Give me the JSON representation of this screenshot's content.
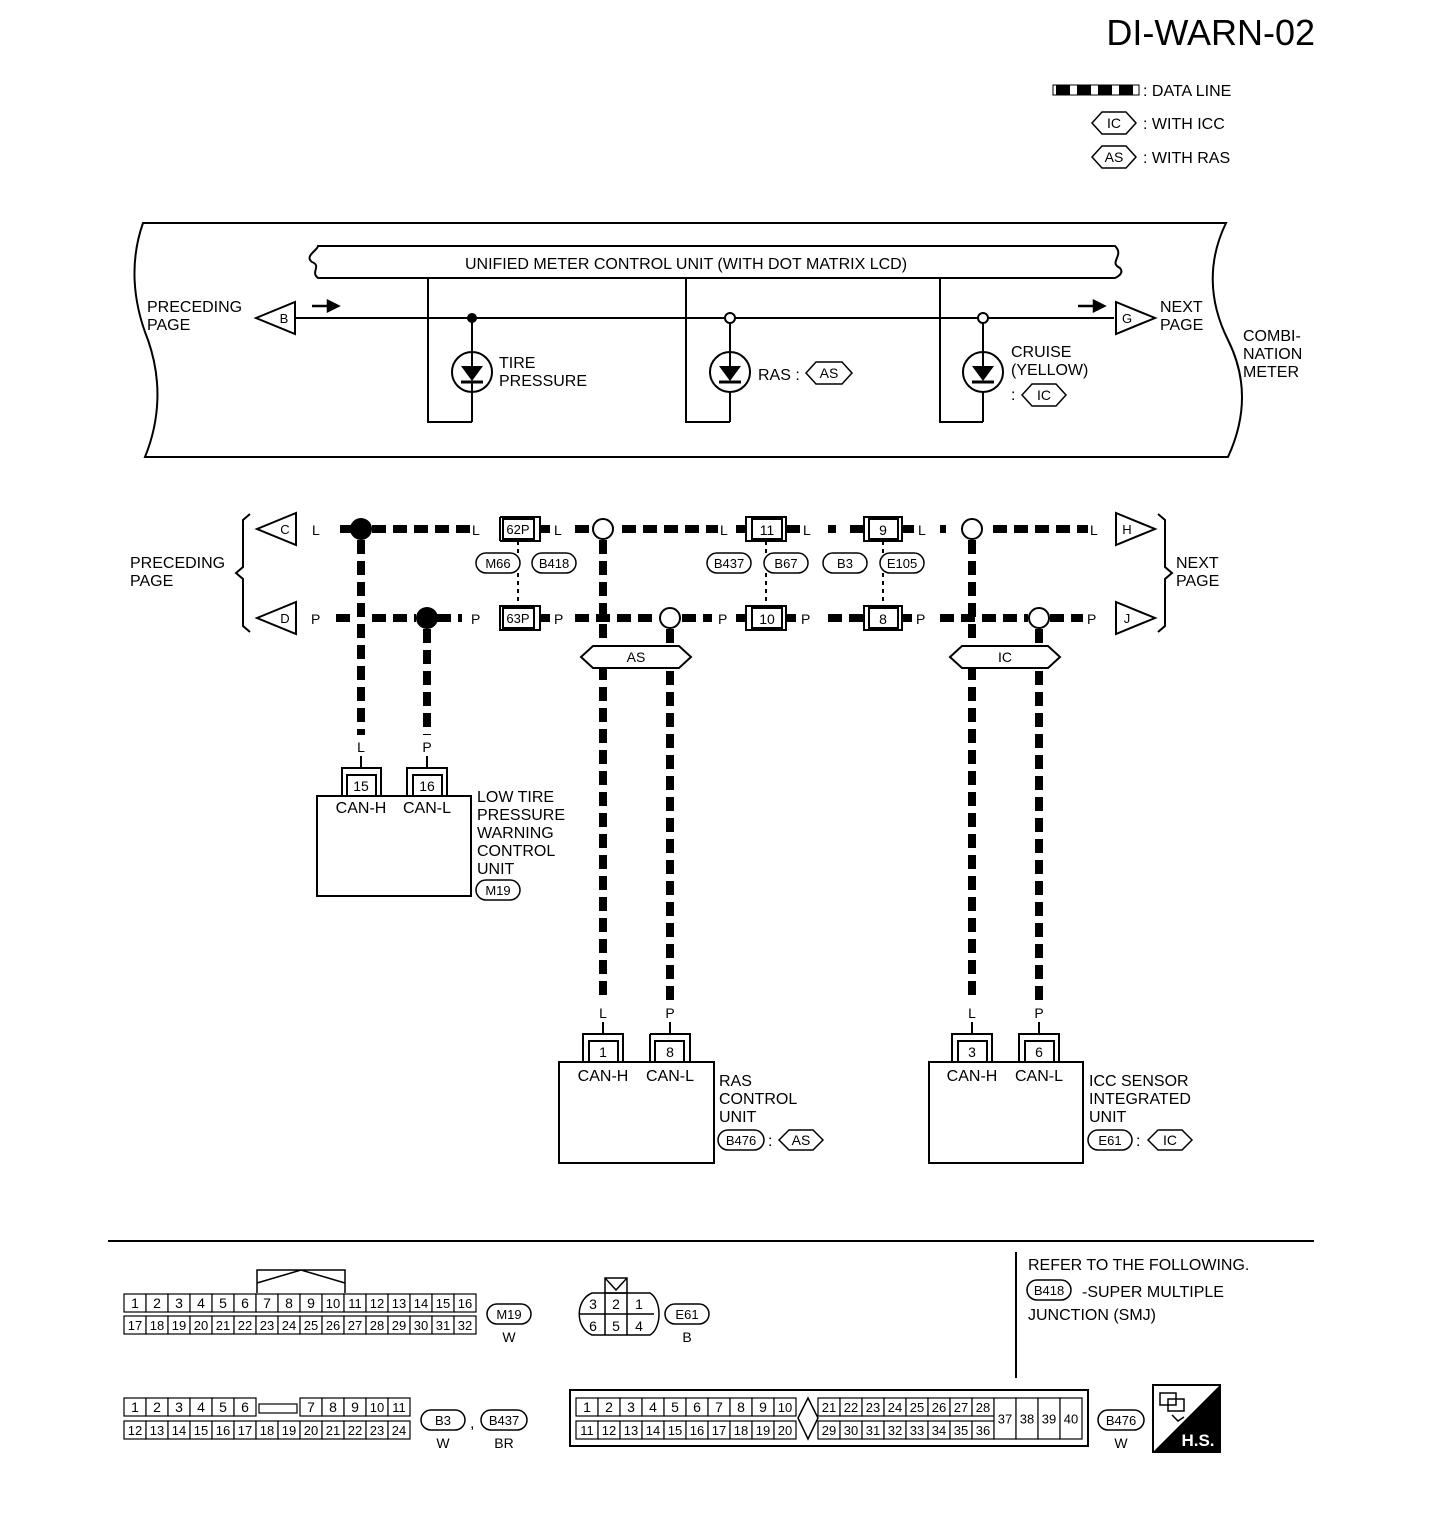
{
  "title": "DI-WARN-02",
  "legend": {
    "data_line": ": DATA LINE",
    "icc_badge": "IC",
    "icc_text": ": WITH ICC",
    "ras_badge": "AS",
    "ras_text": ": WITH RAS"
  },
  "meter": {
    "unit_title": "UNIFIED METER CONTROL UNIT (WITH DOT MATRIX LCD)",
    "preceding_1": "PRECEDING",
    "preceding_2": "PAGE",
    "next_1": "NEXT",
    "next_2": "PAGE",
    "conn_in": "B",
    "conn_out": "G",
    "combi_1": "COMBI-",
    "combi_2": "NATION",
    "combi_3": "METER",
    "tire_1": "TIRE",
    "tire_2": "PRESSURE",
    "ras_label": "RAS :",
    "ras_badge": "AS",
    "cruise_1": "CRUISE",
    "cruise_2": "(YELLOW)",
    "cruise_colon": ":",
    "cruise_badge": "IC"
  },
  "can": {
    "preceding_1": "PRECEDING",
    "preceding_2": "PAGE",
    "next_1": "NEXT",
    "next_2": "PAGE",
    "conn_c": "C",
    "conn_d": "D",
    "conn_h": "H",
    "conn_j": "J",
    "wire_l": "L",
    "wire_p": "P",
    "pin_62p": "62P",
    "pin_63p": "63P",
    "pin_11": "11",
    "pin_10": "10",
    "pin_9": "9",
    "pin_8": "8",
    "conn_m66": "M66",
    "conn_b418": "B418",
    "conn_b437": "B437",
    "conn_b67": "B67",
    "conn_b3": "B3",
    "conn_e105": "E105",
    "branch_as": "AS",
    "branch_ic": "IC"
  },
  "units": {
    "low_tire": {
      "pin_h": "15",
      "pin_l": "16",
      "can_h": "CAN-H",
      "can_l": "CAN-L",
      "name_1": "LOW TIRE",
      "name_2": "PRESSURE",
      "name_3": "WARNING",
      "name_4": "CONTROL",
      "name_5": "UNIT",
      "connector": "M19"
    },
    "ras": {
      "pin_h": "1",
      "pin_l": "8",
      "can_h": "CAN-H",
      "can_l": "CAN-L",
      "name_1": "RAS",
      "name_2": "CONTROL",
      "name_3": "UNIT",
      "connector": "B476",
      "colon": ":",
      "badge": "AS"
    },
    "icc": {
      "pin_h": "3",
      "pin_l": "6",
      "can_h": "CAN-H",
      "can_l": "CAN-L",
      "name_1": "ICC SENSOR",
      "name_2": "INTEGRATED",
      "name_3": "UNIT",
      "connector": "E61",
      "colon": ":",
      "badge": "IC"
    }
  },
  "refer": {
    "line1": "REFER TO THE FOLLOWING.",
    "connector": "B418",
    "line2": "-SUPER MULTIPLE",
    "line3": "JUNCTION (SMJ)"
  },
  "connector_views": {
    "m19": {
      "name": "M19",
      "color": "W",
      "row1": [
        "1",
        "2",
        "3",
        "4",
        "5",
        "6",
        "7",
        "8",
        "9",
        "10",
        "11",
        "12",
        "13",
        "14",
        "15",
        "16"
      ],
      "row2": [
        "17",
        "18",
        "19",
        "20",
        "21",
        "22",
        "23",
        "24",
        "25",
        "26",
        "27",
        "28",
        "29",
        "30",
        "31",
        "32"
      ]
    },
    "e61": {
      "name": "E61",
      "color": "B",
      "top": [
        "3",
        "2",
        "1"
      ],
      "bottom": [
        "6",
        "5",
        "4"
      ]
    },
    "b3": {
      "name": "B3",
      "color": "W",
      "sep": ",",
      "name2": "B437",
      "color2": "BR",
      "row1a": [
        "1",
        "2",
        "3",
        "4",
        "5",
        "6"
      ],
      "row1b": [
        "7",
        "8",
        "9",
        "10",
        "11"
      ],
      "row2": [
        "12",
        "13",
        "14",
        "15",
        "16",
        "17",
        "18",
        "19",
        "20",
        "21",
        "22",
        "23",
        "24"
      ]
    },
    "b476": {
      "name": "B476",
      "color": "W",
      "row1a": [
        "1",
        "2",
        "3",
        "4",
        "5",
        "6",
        "7",
        "8",
        "9",
        "10"
      ],
      "row1b": [
        "21",
        "22",
        "23",
        "24",
        "25",
        "26",
        "27",
        "28"
      ],
      "row2a": [
        "11",
        "12",
        "13",
        "14",
        "15",
        "16",
        "17",
        "18",
        "19",
        "20"
      ],
      "row2b": [
        "29",
        "30",
        "31",
        "32",
        "33",
        "34",
        "35",
        "36"
      ],
      "tall": [
        "37",
        "38",
        "39",
        "40"
      ]
    }
  },
  "hs_badge": "H.S."
}
